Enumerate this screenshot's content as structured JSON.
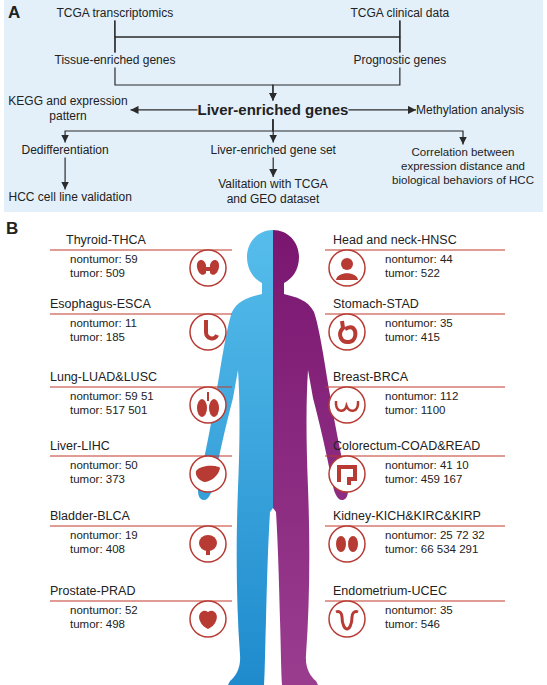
{
  "diagram": {
    "nodes": [
      {
        "text": [
          "TCGA transcriptomics"
        ]
      },
      {
        "text": [
          "TCGA clinical data"
        ]
      },
      {
        "text": [
          "Tissue-enriched genes"
        ]
      },
      {
        "text": [
          "Prognostic genes"
        ]
      },
      {
        "text": [
          "KEGG and expression pattern"
        ]
      },
      {
        "text": [
          "Liver-enriched genes"
        ]
      },
      {
        "text": [
          "Methylation analysis"
        ]
      },
      {
        "text": [
          "Dedifferentiation"
        ]
      },
      {
        "text": [
          "Liver-enriched gene set"
        ]
      },
      {
        "text": [
          "Correlation between expression distance and biological behaviors of HCC"
        ]
      },
      {
        "text": [
          "HCC cell line validation"
        ]
      },
      {
        "text": [
          "Valitation with TCGA and GEO dataset"
        ]
      }
    ],
    "edges": [
      {
        "from": 0,
        "to": 2,
        "arrow": "none"
      },
      {
        "from": 0,
        "to": 3,
        "arrow": "none"
      },
      {
        "from": 1,
        "to": 2,
        "arrow": "none"
      },
      {
        "from": 1,
        "to": 3,
        "arrow": "none"
      },
      {
        "from": 2,
        "to": 5,
        "arrow": "to"
      },
      {
        "from": 3,
        "to": 5,
        "arrow": "to"
      },
      {
        "from": 5,
        "to": 4,
        "arrow": "to"
      },
      {
        "from": 5,
        "to": 6,
        "arrow": "to"
      },
      {
        "from": 5,
        "to": 7,
        "arrow": "to"
      },
      {
        "from": 5,
        "to": 8,
        "arrow": "to"
      },
      {
        "from": 5,
        "to": 9,
        "arrow": "to"
      },
      {
        "from": 7,
        "to": 10,
        "arrow": "to"
      },
      {
        "from": 8,
        "to": 11,
        "arrow": "to"
      }
    ],
    "labels": [
      "A",
      "B",
      "Thyroid-THCA",
      "nontumor: 59",
      "tumor: 509",
      "Head and neck-HNSC",
      "nontumor: 44",
      "tumor: 522",
      "Esophagus-ESCA",
      "nontumor: 11",
      "tumor: 185",
      "Stomach-STAD",
      "nontumor: 35",
      "tumor: 415",
      "Lung-LUAD&LUSC",
      "nontumor: 59 51",
      "tumor: 517 501",
      "Breast-BRCA",
      "nontumor: 112",
      "tumor: 1100",
      "Liver-LIHC",
      "nontumor: 50",
      "tumor: 373",
      "Colorectum-COAD&READ",
      "nontumor: 41 10",
      "tumor: 459 167",
      "Bladder-BLCA",
      "nontumor: 19",
      "tumor: 408",
      "Kidney-KICH&KIRC&KIRP",
      "nontumor: 25 72 32",
      "tumor: 66 534 291",
      "Prostate-PRAD",
      "nontumor: 52",
      "tumor: 498",
      "Endometrium-UCEC",
      "nontumor: 35",
      "tumor: 546"
    ]
  }
}
